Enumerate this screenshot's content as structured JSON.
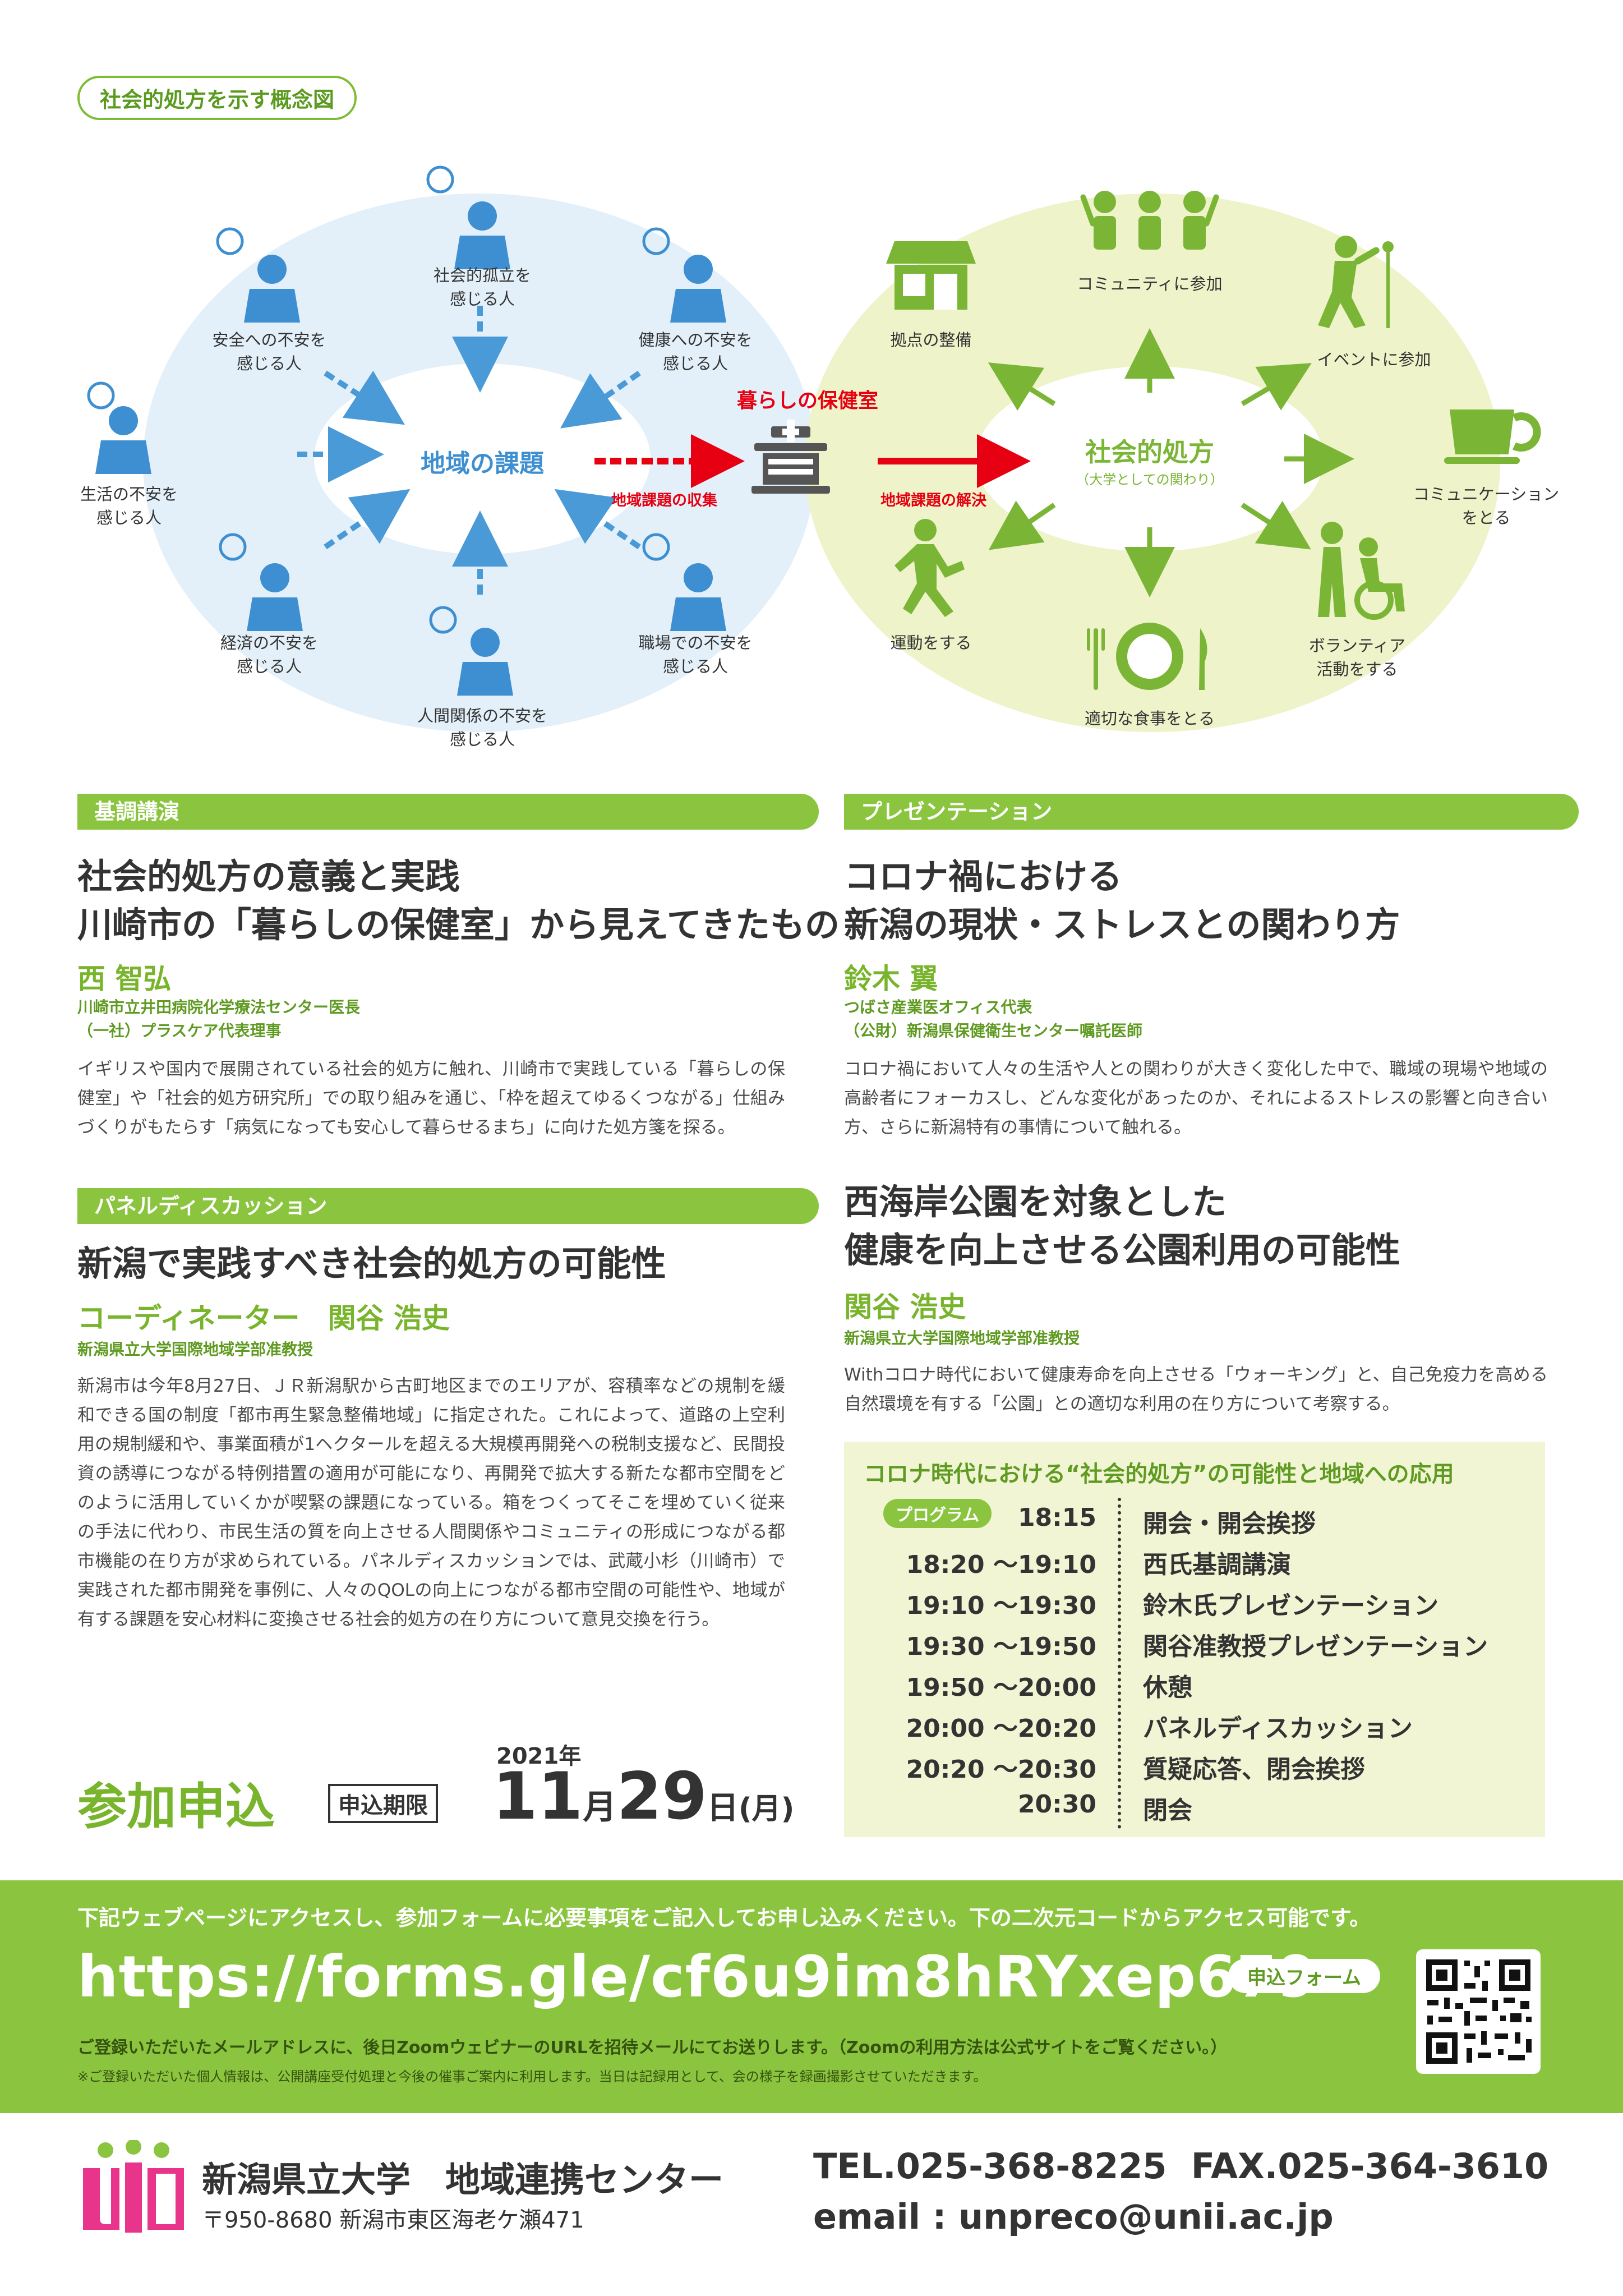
{
  "concept": {
    "label": "社会的処方を示す概念図",
    "center_left": "地域の課題",
    "hub": "暮らしの保健室",
    "arrow_collect": "地域課題の収集",
    "arrow_solve": "地域課題の解決",
    "center_right": "社会的処方",
    "center_right_sub": "（大学としての関わり）",
    "left_nodes": [
      {
        "l1": "社会的孤立を",
        "l2": "感じる人"
      },
      {
        "l1": "健康への不安を",
        "l2": "感じる人"
      },
      {
        "l1": "安全への不安を",
        "l2": "感じる人"
      },
      {
        "l1": "生活の不安を",
        "l2": "感じる人"
      },
      {
        "l1": "経済の不安を",
        "l2": "感じる人"
      },
      {
        "l1": "職場での不安を",
        "l2": "感じる人"
      },
      {
        "l1": "人間関係の不安を",
        "l2": "感じる人"
      }
    ],
    "right_nodes": [
      {
        "l1": "コミュニティに参加",
        "l2": ""
      },
      {
        "l1": "拠点の整備",
        "l2": ""
      },
      {
        "l1": "イベントに参加",
        "l2": ""
      },
      {
        "l1": "コミュニケーション",
        "l2": "をとる"
      },
      {
        "l1": "運動をする",
        "l2": ""
      },
      {
        "l1": "ボランティア",
        "l2": "活動をする"
      },
      {
        "l1": "適切な食事をとる",
        "l2": ""
      }
    ],
    "colors": {
      "blue": "#3d8fd1",
      "green": "#7bb536",
      "red": "#e60012",
      "blue_bg": "#e3f0f9",
      "green_bg": "#eef3c9"
    }
  },
  "keynote": {
    "bar": "基調講演",
    "title1": "社会的処方の意義と実践",
    "title2": "川崎市の「暮らしの保健室」から見えてきたもの",
    "speaker": "西 智弘",
    "aff1": "川崎市立井田病院化学療法センター医長",
    "aff2": "（一社）プラスケア代表理事",
    "body": "イギリスや国内で展開されている社会的処方に触れ、川崎市で実践している「暮らしの保健室」や「社会的処方研究所」での取り組みを通じ、「枠を超えてゆるくつながる」仕組みづくりがもたらす「病気になっても安心して暮らせるまち」に向けた処方箋を探る。"
  },
  "presentation": {
    "bar": "プレゼンテーション",
    "title1": "コロナ禍における",
    "title2": "新潟の現状・ストレスとの関わり方",
    "speaker": "鈴木 翼",
    "aff1": "つばさ産業医オフィス代表",
    "aff2": "（公財）新潟県保健衛生センター嘱託医師",
    "body": "コロナ禍において人々の生活や人との関わりが大きく変化した中で、職域の現場や地域の高齢者にフォーカスし、どんな変化があったのか、それによるストレスの影響と向き合い方、さらに新潟特有の事情について触れる。"
  },
  "panel": {
    "bar": "パネルディスカッション",
    "title": "新潟で実践すべき社会的処方の可能性",
    "speaker": "コーディネーター　関谷 浩史",
    "aff": "新潟県立大学国際地域学部准教授",
    "body": "新潟市は今年8月27日、ＪＲ新潟駅から古町地区までのエリアが、容積率などの規制を緩和できる国の制度「都市再生緊急整備地域」に指定された。これによって、道路の上空利用の規制緩和や、事業面積が1ヘクタールを超える大規模再開発への税制支援など、民間投資の誘導につながる特例措置の適用が可能になり、再開発で拡大する新たな都市空間をどのように活用していくかが喫緊の課題になっている。箱をつくってそこを埋めていく従来の手法に代わり、市民生活の質を向上させる人間関係やコミュニティの形成につながる都市機能の在り方が求められている。パネルディスカッションでは、武蔵小杉（川崎市）で実践された都市開発を事例に、人々のQOLの向上につながる都市空間の可能性や、地域が有する課題を安心材料に変換させる社会的処方の在り方について意見交換を行う。"
  },
  "park": {
    "title1": "西海岸公園を対象とした",
    "title2": "健康を向上させる公園利用の可能性",
    "speaker": "関谷 浩史",
    "aff": "新潟県立大学国際地域学部准教授",
    "body": "Withコロナ時代において健康寿命を向上させる「ウォーキング」と、自己免疫力を高める自然環境を有する「公園」との適切な利用の在り方について考察する。"
  },
  "program": {
    "title": "コロナ時代における“社会的処方”の可能性と地域への応用",
    "badge": "プログラム",
    "rows": [
      {
        "time": "18:15",
        "item": "開会・開会挨拶"
      },
      {
        "time": "18:20 ～19:10",
        "item": "西氏基調講演"
      },
      {
        "time": "19:10 ～19:30",
        "item": "鈴木氏プレゼンテーション"
      },
      {
        "time": "19:30 ～19:50",
        "item": "関谷准教授プレゼンテーション"
      },
      {
        "time": "19:50 ～20:00",
        "item": "休憩"
      },
      {
        "time": "20:00 ～20:20",
        "item": "パネルディスカッション"
      },
      {
        "time": "20:20 ～20:30",
        "item": "質疑応答、閉会挨拶"
      },
      {
        "time": "20:30",
        "item": "閉会"
      }
    ]
  },
  "apply": {
    "title": "参加申込",
    "deadline_label": "申込期限",
    "year": "2021年",
    "month": "11",
    "month_unit": "月",
    "day": "29",
    "day_unit": "日",
    "weekday": "(月)"
  },
  "banner": {
    "intro": "下記ウェブページにアクセスし、参加フォームに必要事項をご記入してお申し込みください。下の二次元コードからアクセス可能です。",
    "url": "https://forms.gle/cf6u9im8hRYxep679",
    "form_label": "申込フォーム",
    "note1": "ご登録いただいたメールアドレスに、後日ZoomウェビナーのURLを招待メールにてお送りします。（Zoomの利用方法は公式サイトをご覧ください。）",
    "note2": "※ご登録いただいた個人情報は、公開講座受付処理と今後の催事ご案内に利用します。当日は記録用として、会の様子を録画撮影させていただきます。"
  },
  "footer": {
    "org": "新潟県立大学　地域連携センター",
    "address": "〒950-8680 新潟市東区海老ケ瀬471",
    "tel": "TEL.025-368-8225",
    "fax": "FAX.025-364-3610",
    "email": "email :  unpreco@unii.ac.jp"
  }
}
